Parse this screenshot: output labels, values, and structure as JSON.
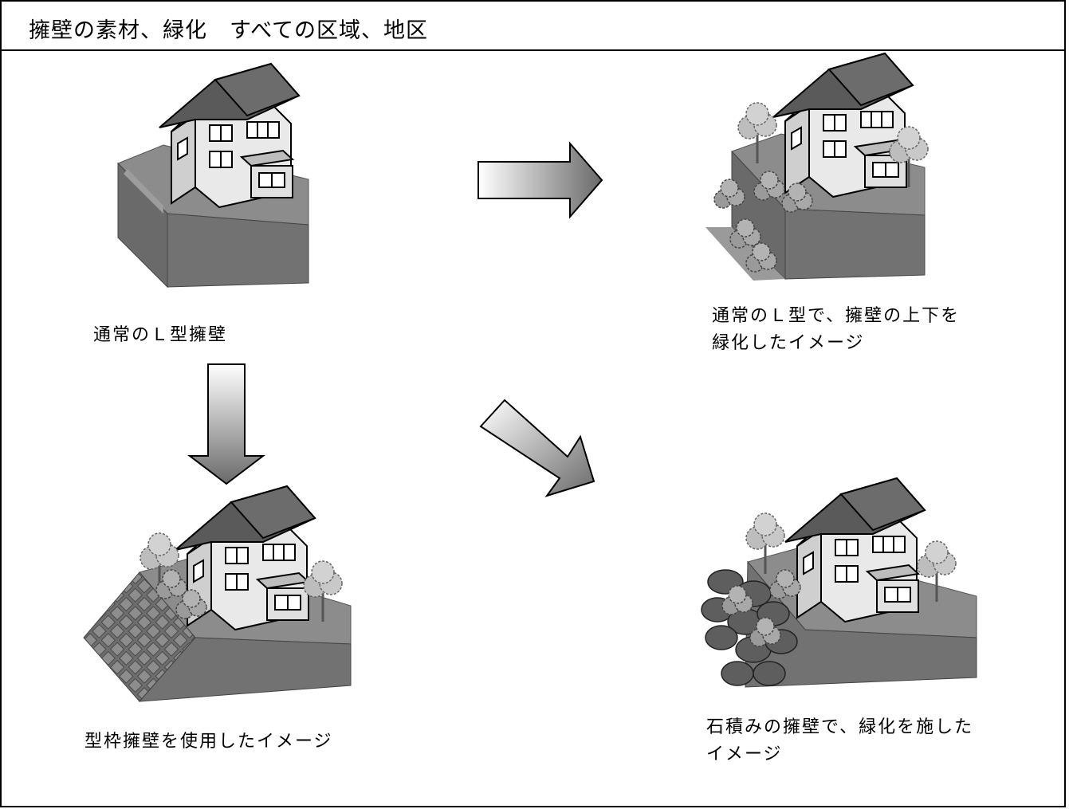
{
  "header": {
    "title": "擁壁の素材、緑化　すべての区域、地区"
  },
  "captions": {
    "standard": "通常のＬ型擁壁",
    "greened": [
      "通常のＬ型で、擁壁の上下を",
      "緑化したイメージ"
    ],
    "formwork": "型枠擁壁を使用したイメージ",
    "stone": [
      "石積みの擁壁で、緑化を施した",
      "イメージ"
    ]
  },
  "colors": {
    "border": "#000000",
    "wall_front": "#727272",
    "ground_top": "#8c8c8c",
    "roof": "#5a5a5a",
    "house_wall": "#e9e9e9"
  }
}
